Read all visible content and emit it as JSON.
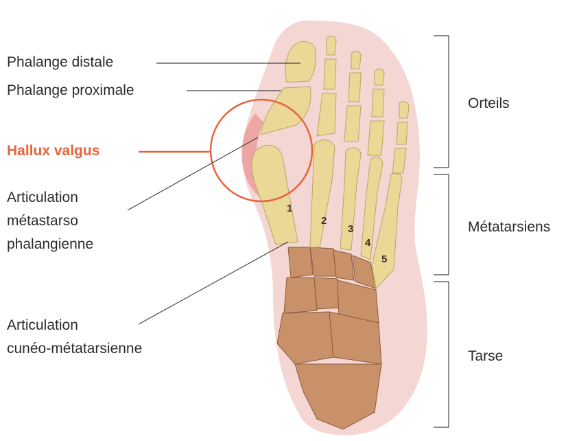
{
  "labels": {
    "phalange_distale": "Phalange distale",
    "phalange_proximale": "Phalange proximale",
    "hallux_valgus": "Hallux valgus",
    "articulation_mtp_1": "Articulation",
    "articulation_mtp_2": "métastarso",
    "articulation_mtp_3": "phalangienne",
    "articulation_cm_1": "Articulation",
    "articulation_cm_2": "cunéo-métatarsienne",
    "orteils": "Orteils",
    "metatarsiens": "Métatarsiens",
    "tarse": "Tarse"
  },
  "bone_numbers": [
    "1",
    "2",
    "3",
    "4",
    "5"
  ],
  "colors": {
    "accent": "#e8643a",
    "bone_light": "#ecd896",
    "bone_tarsal": "#c8916a",
    "skin": "#f3d2cf",
    "text": "#2b2b2b",
    "line": "#444444"
  }
}
